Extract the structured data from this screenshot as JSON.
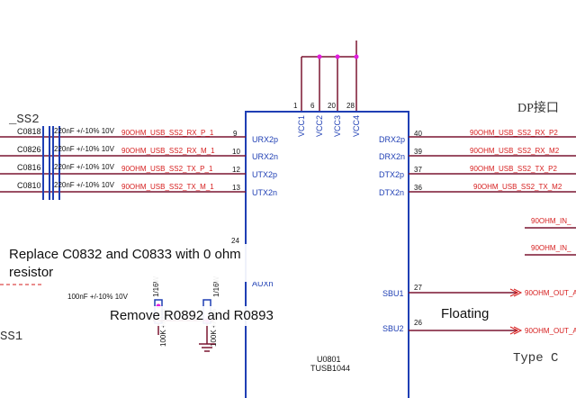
{
  "schematic": {
    "left_section_label": "_SS2",
    "left_bottom_label": "SS1",
    "right_section_label": "DP接口",
    "connector_type_label": "Type C",
    "ic_refdes": "U0801",
    "ic_part_partial": "TUSB1044",
    "capacitors": [
      {
        "refdes": "C0818",
        "value": "220nF +/-10% 10V"
      },
      {
        "refdes": "C0826",
        "value": "220nF +/-10% 10V"
      },
      {
        "refdes": "C0816",
        "value": "220nF +/-10% 10V"
      },
      {
        "refdes": "C0810",
        "value": "220nF +/-10% 10V"
      }
    ],
    "left_nets": [
      {
        "net": "90OHM_USB_SS2_RX_P_1",
        "pin": "9",
        "pin_name": "URX2p"
      },
      {
        "net": "90OHM_USB_SS2_RX_M_1",
        "pin": "10",
        "pin_name": "URX2n"
      },
      {
        "net": "90OHM_USB_SS2_TX_P_1",
        "pin": "12",
        "pin_name": "UTX2p"
      },
      {
        "net": "90OHM_USB_SS2_TX_M_1",
        "pin": "13",
        "pin_name": "UTX2n"
      }
    ],
    "right_nets": [
      {
        "pin_name": "DRX2p",
        "pin": "40",
        "net": "90OHM_USB_SS2_RX_P2"
      },
      {
        "pin_name": "DRX2n",
        "pin": "39",
        "net": "90OHM_USB_SS2_RX_M2"
      },
      {
        "pin_name": "DTX2p",
        "pin": "37",
        "net": "90OHM_USB_SS2_TX_P2"
      },
      {
        "pin_name": "DTX2n",
        "pin": "36",
        "net": "90OHM_USB_SS2_TX_M2"
      }
    ],
    "top_pins": [
      {
        "name": "VCC1",
        "pin": "1"
      },
      {
        "name": "VCC2",
        "pin": "6"
      },
      {
        "name": "VCC3",
        "pin": "20"
      },
      {
        "name": "VCC4",
        "pin": "28"
      }
    ],
    "sbu_pins": [
      {
        "pin_name": "SBU1",
        "pin": "27",
        "net": "90OHM_OUT_A"
      },
      {
        "pin_name": "SBU2",
        "pin": "26",
        "net": "90OHM_OUT_A"
      }
    ],
    "right_in_nets": [
      "90OHM_IN_",
      "90OHM_IN_"
    ],
    "partial_left_pin": "24",
    "partial_left_pin_name": "AUXn",
    "lower_cap_value": "100nF +/-10% 10V",
    "resistor_values": [
      "100K +/-1%",
      "100K +/-1%"
    ],
    "resistor_sizes": [
      "1/16W",
      "1/16W"
    ]
  },
  "annotations": {
    "replace_note": "Replace C0832 and C0833 with 0 ohm resistor",
    "remove_note": "Remove R0892 and R0893",
    "floating_note": "Floating"
  },
  "colors": {
    "wire": "#7a1530",
    "net_label": "#d61e1e",
    "ic_border": "#1f3fb4",
    "junction": "#e11ce0",
    "text": "#1a1a1a"
  }
}
